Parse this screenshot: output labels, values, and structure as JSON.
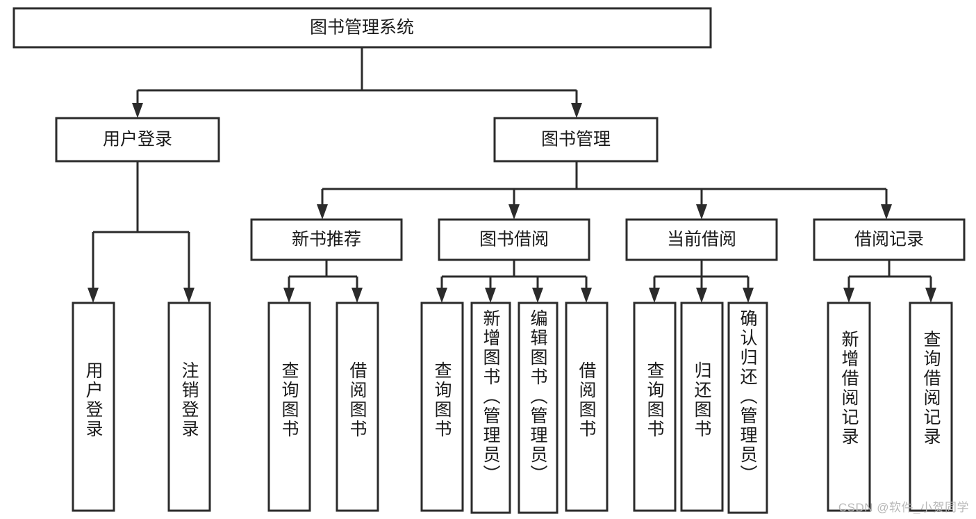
{
  "diagram": {
    "title": "图书管理系统",
    "type": "tree-hierarchy-chart",
    "colors": {
      "box_stroke": "#2b2b2b",
      "box_fill": "#ffffff",
      "text": "#1a1a1a",
      "background": "#ffffff",
      "watermark": "#b9b9b9"
    },
    "levels": {
      "level1": [
        "图书管理系统"
      ],
      "level2": [
        "用户登录",
        "图书管理"
      ],
      "level3": [
        "新书推荐",
        "图书借阅",
        "当前借阅",
        "借阅记录"
      ],
      "level4": [
        "用户登录",
        "注销登录",
        "查询图书",
        "借阅图书",
        "查询图书",
        "新增图书（管理员）",
        "编辑图书（管理员）",
        "借阅图书",
        "查询图书",
        "归还图书",
        "确认归还（管理员）",
        "新增借阅记录",
        "查询借阅记录"
      ]
    },
    "nodes": {
      "root": {
        "label": "图书管理系统"
      },
      "user_login": {
        "label": "用户登录"
      },
      "book_manage": {
        "label": "图书管理"
      },
      "new_book_rec": {
        "label": "新书推荐"
      },
      "book_borrow": {
        "label": "图书借阅"
      },
      "current_borrow": {
        "label": "当前借阅"
      },
      "borrow_record": {
        "label": "借阅记录"
      },
      "leaf_user_login": {
        "label": "用户登录"
      },
      "leaf_logout": {
        "label": "注销登录"
      },
      "leaf_query_book_1": {
        "label": "查询图书"
      },
      "leaf_borrow_book_1": {
        "label": "借阅图书"
      },
      "leaf_query_book_2": {
        "label": "查询图书"
      },
      "leaf_add_book_admin": {
        "label": "新增图书（管理员）"
      },
      "leaf_edit_book_admin": {
        "label": "编辑图书（管理员）"
      },
      "leaf_borrow_book_2": {
        "label": "借阅图书"
      },
      "leaf_query_book_3": {
        "label": "查询图书"
      },
      "leaf_return_book": {
        "label": "归还图书"
      },
      "leaf_confirm_return_admin": {
        "label": "确认归还（管理员）"
      },
      "leaf_add_record": {
        "label": "新增借阅记录"
      },
      "leaf_query_record": {
        "label": "查询借阅记录"
      }
    },
    "edges": [
      {
        "from": "root",
        "to": "user_login"
      },
      {
        "from": "root",
        "to": "book_manage"
      },
      {
        "from": "user_login",
        "to": "leaf_user_login"
      },
      {
        "from": "user_login",
        "to": "leaf_logout"
      },
      {
        "from": "book_manage",
        "to": "new_book_rec"
      },
      {
        "from": "book_manage",
        "to": "book_borrow"
      },
      {
        "from": "book_manage",
        "to": "current_borrow"
      },
      {
        "from": "book_manage",
        "to": "borrow_record"
      },
      {
        "from": "new_book_rec",
        "to": "leaf_query_book_1"
      },
      {
        "from": "new_book_rec",
        "to": "leaf_borrow_book_1"
      },
      {
        "from": "book_borrow",
        "to": "leaf_query_book_2"
      },
      {
        "from": "book_borrow",
        "to": "leaf_add_book_admin"
      },
      {
        "from": "book_borrow",
        "to": "leaf_edit_book_admin"
      },
      {
        "from": "book_borrow",
        "to": "leaf_borrow_book_2"
      },
      {
        "from": "current_borrow",
        "to": "leaf_query_book_3"
      },
      {
        "from": "current_borrow",
        "to": "leaf_return_book"
      },
      {
        "from": "current_borrow",
        "to": "leaf_confirm_return_admin"
      },
      {
        "from": "borrow_record",
        "to": "leaf_add_record"
      },
      {
        "from": "borrow_record",
        "to": "leaf_query_record"
      }
    ]
  },
  "watermark": {
    "text": "CSDN @软件_小贺同学"
  }
}
